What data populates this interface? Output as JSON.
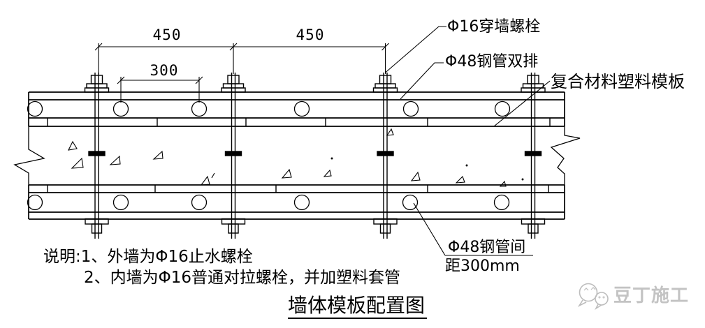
{
  "drawing": {
    "title": "墙体模板配置图",
    "dimensions": {
      "d450_left": "450",
      "d450_right": "450",
      "d300": "300"
    },
    "labels": {
      "through_wall_bolt": "Φ16穿墙螺栓",
      "steel_pipe_double_row": "Φ48钢管双排",
      "composite_formwork": "复合材料塑料模板",
      "pipe_spacing_line1": "Φ48钢管间",
      "pipe_spacing_line2": "距300mm"
    },
    "notes": {
      "line1": "说明:1、外墙为Φ16止水螺栓",
      "line2": "2、内墙为Φ16普通对拉螺栓，并加塑料套管"
    }
  },
  "watermark": {
    "brand": "豆丁施工"
  },
  "colors": {
    "line": "#000000",
    "background": "#ffffff",
    "watermark": "#c3c3c3"
  }
}
